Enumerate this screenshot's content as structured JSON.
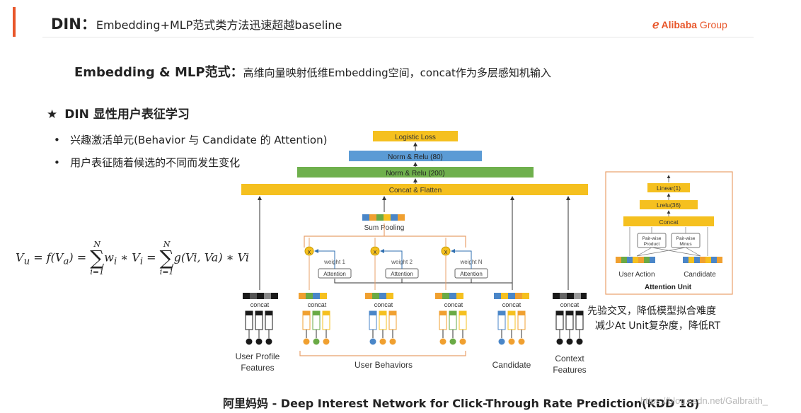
{
  "header": {
    "title_bold": "DIN：",
    "title_rest": "Embedding+MLP范式类方法迅速超越baseline",
    "logo_bold": "Alibaba",
    "logo_light": " Group"
  },
  "subtitle": {
    "bold": "Embedding & MLP范式：",
    "rest": "高维向量映射低维Embedding空间，concat作为多层感知机输入"
  },
  "section": {
    "title": "DIN 显性用户表征学习",
    "icon": "star-icon"
  },
  "bullets": [
    "兴趣激活单元(Behavior 与 Candidate 的 Attention)",
    "用户表征随着候选的不同而发生变化"
  ],
  "formula": {
    "lhs": "V",
    "lhs_sub": "u",
    "eq1": " = f(V",
    "eq1_sub": "a",
    "eq1_end": ") = ",
    "sum_top": "N",
    "sum_bottom": "i=1",
    "term1": "w",
    "term1_sub": "i",
    "term1_mid": " ∗ V",
    "term1_sub2": "i",
    "eq2": " = ",
    "term2": "g(Vi, Va) ∗ Vi"
  },
  "diagram": {
    "layers": {
      "logistic_loss": "Logistic Loss",
      "norm_relu_80": "Norm & Relu (80)",
      "norm_relu_200": "Norm & Relu (200)",
      "concat_flatten": "Concat & Flatten"
    },
    "sum_pooling": "Sum Pooling",
    "attention_label": "Attention",
    "weights": [
      "weight 1",
      "weight 2",
      "weight N"
    ],
    "concat_label": "concat",
    "groups": {
      "user_profile": [
        "User Profile",
        "Features"
      ],
      "user_behaviors": "User Behaviors",
      "candidate": "Candidate",
      "context": [
        "Context",
        "Features"
      ]
    },
    "attention_unit": {
      "linear": "Linear(1)",
      "lrelu": "Lrelu(36)",
      "concat": "Concat",
      "product": [
        "Pair-wise",
        "Product"
      ],
      "minus": [
        "Pair-wise",
        "Minus"
      ],
      "user_action": "User Action",
      "candidate": "Candidate",
      "title": "Attention Unit"
    },
    "colors": {
      "yellow": "#f5c01f",
      "blue": "#5b9bd5",
      "green": "#6fb04d",
      "orange_line": "#e8a06a",
      "feature_black": "#1a1a1a",
      "behavior_orange": "#f0a030",
      "behavior_green": "#6aaa45",
      "behavior_blue": "#4a86c8"
    }
  },
  "notes": [
    "先验交叉，降低模型拟合难度",
    "减少At Unit复杂度，降低RT"
  ],
  "footer": "阿里妈妈 - Deep Interest Network for Click-Through Rate Prediction(KDD 18)",
  "watermark": "https://blog.csdn.net/Galbraith_"
}
